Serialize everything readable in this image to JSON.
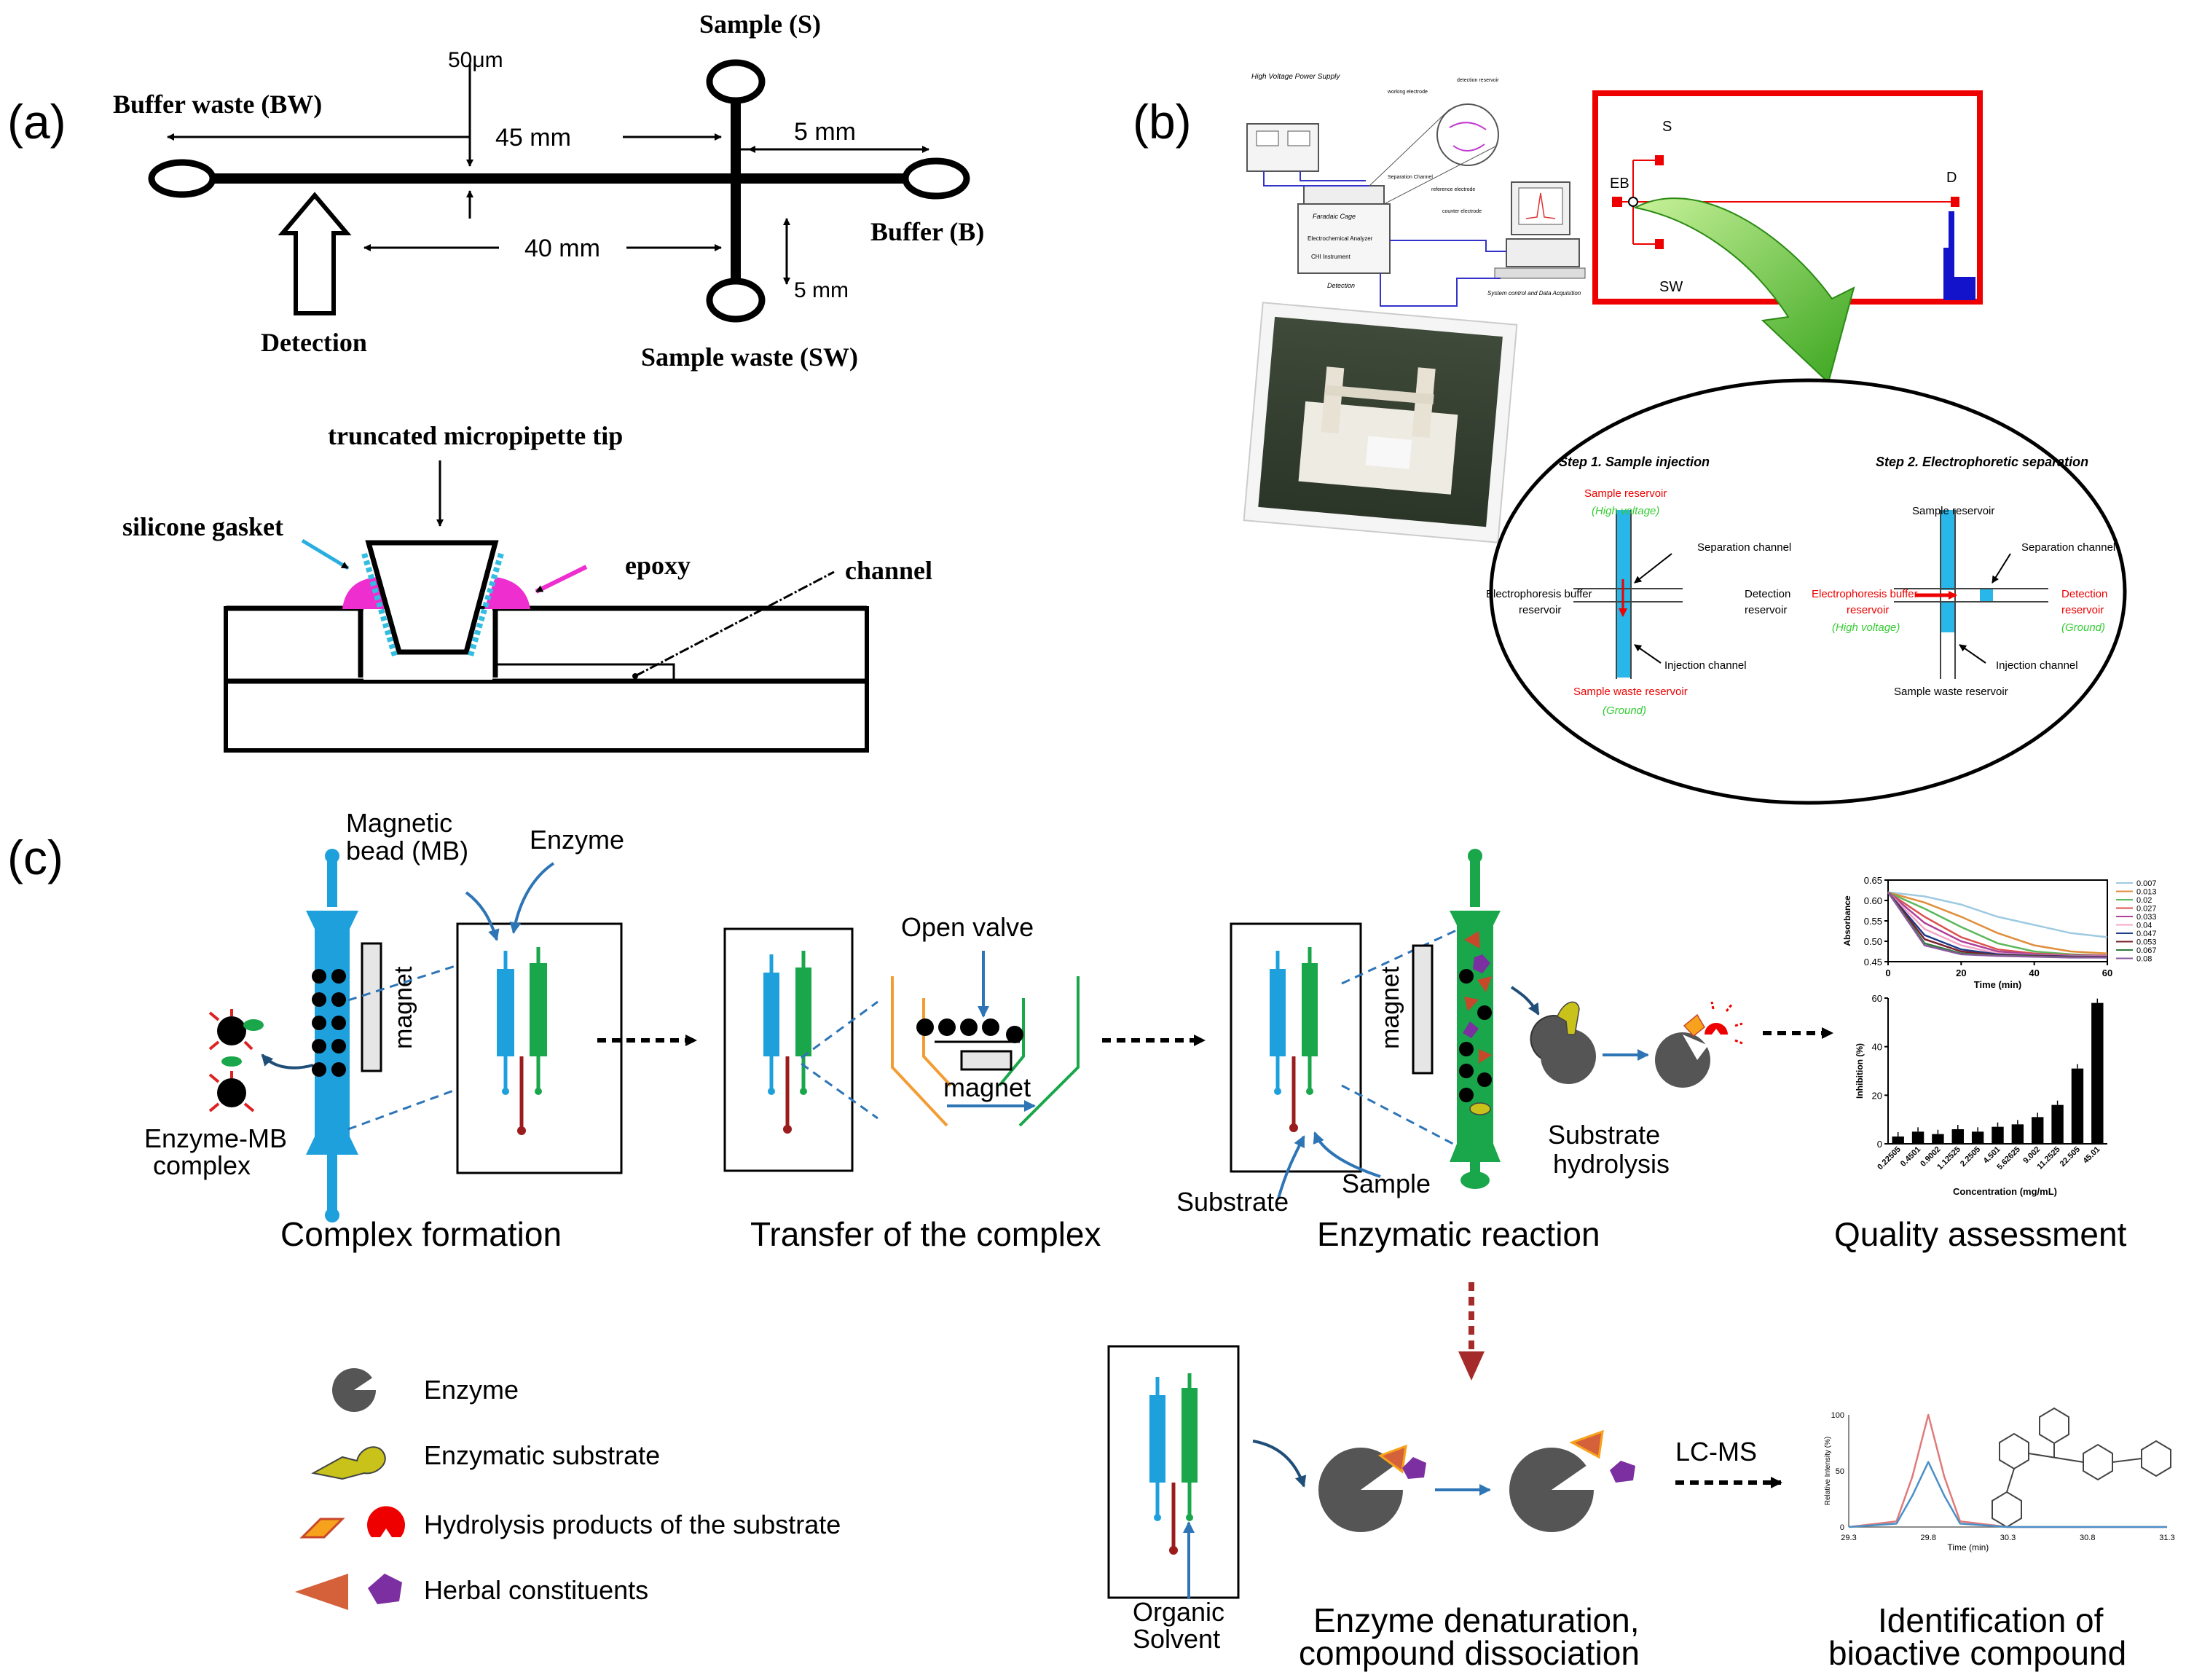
{
  "panels": {
    "a": "(a)",
    "b": "(b)",
    "c": "(c)"
  },
  "panel_a": {
    "sample": "Sample (S)",
    "buffer_waste": "Buffer waste (BW)",
    "buffer": "Buffer (B)",
    "sample_waste": "Sample waste (SW)",
    "detection": "Detection",
    "dim_50um": "50μm",
    "dim_45mm": "45 mm",
    "dim_40mm": "40 mm",
    "dim_5mm_right": "5 mm",
    "dim_5mm_down": "5 mm",
    "tip_title": "truncated micropipette tip",
    "silicone_gasket": "silicone gasket",
    "epoxy": "epoxy",
    "channel": "channel"
  },
  "panel_b": {
    "hv_supply": "High Voltage Power Supply",
    "faraday_cage": "Faradaic Cage",
    "analyzer": "Electrochemical Analyzer",
    "instrument": "CHI Instrument",
    "detection": "Detection",
    "system_control": "System control and Data Acquisition",
    "working_electrode": "working electrode",
    "detection_reservoir_small": "detection reservoir",
    "separation_channel_small": "Separation Channel",
    "reference_electrode": "reference electrode",
    "counter_electrode": "counter electrode",
    "eb": "EB",
    "s": "S",
    "sw": "SW",
    "d": "D",
    "step1_title": "Step 1. Sample injection",
    "step2_title": "Step 2. Electrophoretic separation",
    "step1": {
      "sample_reservoir": "Sample reservoir",
      "high_voltage": "(High voltage)",
      "separation_channel": "Separation channel",
      "eb_reservoir_1": "Electrophoresis buffer",
      "eb_reservoir_2": "reservoir",
      "detection_reservoir_1": "Detection",
      "detection_reservoir_2": "reservoir",
      "injection_channel": "Injection channel",
      "sample_waste_reservoir": "Sample waste reservoir",
      "ground": "(Ground)"
    },
    "step2": {
      "sample_reservoir": "Sample reservoir",
      "separation_channel": "Separation channel",
      "eb_reservoir_1": "Electrophoresis buffer",
      "eb_reservoir_2": "reservoir",
      "high_voltage": "(High voltage)",
      "detection_reservoir_1": "Detection",
      "detection_reservoir_2": "reservoir",
      "ground": "(Ground)",
      "injection_channel": "Injection channel",
      "sample_waste_reservoir": "Sample waste reservoir"
    }
  },
  "panel_c": {
    "magnetic_bead_1": "Magnetic",
    "magnetic_bead_2": "bead (MB)",
    "enzyme": "Enzyme",
    "enzyme_mb_1": "Enzyme-MB",
    "enzyme_mb_2": "complex",
    "magnet": "magnet",
    "open_valve": "Open valve",
    "substrate": "Substrate",
    "sample": "Sample",
    "substrate_hydrolysis_1": "Substrate",
    "substrate_hydrolysis_2": "hydrolysis",
    "steps": {
      "complex_formation": "Complex formation",
      "transfer": "Transfer of the complex",
      "enzymatic_reaction": "Enzymatic reaction",
      "quality_assessment": "Quality assessment"
    },
    "legend": {
      "enzyme": "Enzyme",
      "substrate": "Enzymatic substrate",
      "hydrolysis": "Hydrolysis products of the substrate",
      "herbal": "Herbal constituents"
    },
    "organic_solvent_1": "Organic",
    "organic_solvent_2": "Solvent",
    "lcms": "LC-MS",
    "denaturation_1": "Enzyme denaturation,",
    "denaturation_2": "compound dissociation",
    "identification_1": "Identification of",
    "identification_2": "bioactive compound",
    "colors": {
      "blue": "#1ea0dc",
      "green": "#1aa64a",
      "dark_red": "#9b1c1c",
      "arrow_blue": "#2e75b6",
      "brown_arrow": "#a52a2a"
    }
  },
  "chart_data": [
    {
      "type": "line",
      "xlabel": "Time (min)",
      "ylabel": "Absorbance",
      "xlim": [
        0,
        60
      ],
      "ylim": [
        0.45,
        0.65
      ],
      "xticks": [
        "0",
        "20",
        "40",
        "60"
      ],
      "yticks": [
        "0.45",
        "0.50",
        "0.55",
        "0.60",
        "0.65"
      ],
      "legend_position": "right",
      "series": [
        {
          "name": "0.007",
          "color": "#9ecae1",
          "x": [
            0,
            10,
            20,
            30,
            40,
            50,
            60
          ],
          "values": [
            0.62,
            0.61,
            0.59,
            0.56,
            0.54,
            0.52,
            0.51
          ]
        },
        {
          "name": "0.013",
          "color": "#e08e3c",
          "x": [
            0,
            10,
            20,
            30,
            40,
            50,
            60
          ],
          "values": [
            0.62,
            0.595,
            0.56,
            0.52,
            0.49,
            0.475,
            0.47
          ]
        },
        {
          "name": "0.02",
          "color": "#5cb85c",
          "x": [
            0,
            10,
            20,
            30,
            40,
            50,
            60
          ],
          "values": [
            0.62,
            0.58,
            0.535,
            0.495,
            0.475,
            0.468,
            0.465
          ]
        },
        {
          "name": "0.027",
          "color": "#d9534f",
          "x": [
            0,
            10,
            20,
            30,
            40,
            50,
            60
          ],
          "values": [
            0.62,
            0.56,
            0.51,
            0.48,
            0.47,
            0.466,
            0.465
          ]
        },
        {
          "name": "0.033",
          "color": "#b0409a",
          "x": [
            0,
            10,
            20,
            30,
            40,
            50,
            60
          ],
          "values": [
            0.62,
            0.545,
            0.5,
            0.475,
            0.468,
            0.465,
            0.464
          ]
        },
        {
          "name": "0.04",
          "color": "#f4a6c8",
          "x": [
            0,
            10,
            20,
            30,
            40,
            50,
            60
          ],
          "values": [
            0.62,
            0.53,
            0.49,
            0.47,
            0.466,
            0.464,
            0.463
          ]
        },
        {
          "name": "0.047",
          "color": "#1f3b8a",
          "x": [
            0,
            10,
            20,
            30,
            40,
            50,
            60
          ],
          "values": [
            0.62,
            0.515,
            0.48,
            0.468,
            0.465,
            0.463,
            0.462
          ]
        },
        {
          "name": "0.053",
          "color": "#7a1f2b",
          "x": [
            0,
            10,
            20,
            30,
            40,
            50,
            60
          ],
          "values": [
            0.62,
            0.505,
            0.475,
            0.466,
            0.464,
            0.462,
            0.461
          ]
        },
        {
          "name": "0.067",
          "color": "#2f7a3b",
          "x": [
            0,
            10,
            20,
            30,
            40,
            50,
            60
          ],
          "values": [
            0.62,
            0.495,
            0.47,
            0.465,
            0.463,
            0.461,
            0.46
          ]
        },
        {
          "name": "0.08",
          "color": "#8a5a9e",
          "x": [
            0,
            10,
            20,
            30,
            40,
            50,
            60
          ],
          "values": [
            0.62,
            0.49,
            0.468,
            0.464,
            0.462,
            0.46,
            0.46
          ]
        }
      ]
    },
    {
      "type": "bar",
      "xlabel": "Concentration (mg/mL)",
      "ylabel": "Inhibition (%)",
      "ylim": [
        0,
        60
      ],
      "yticks": [
        "0",
        "20",
        "40",
        "60"
      ],
      "categories": [
        "0.22505",
        "0.4501",
        "0.9002",
        "1.12525",
        "2.2505",
        "4.501",
        "5.62625",
        "9.002",
        "11.2525",
        "22.505",
        "45.01"
      ],
      "values": [
        3,
        5,
        4,
        6,
        5,
        7,
        8,
        11,
        16,
        31,
        58
      ]
    },
    {
      "type": "line",
      "xlabel": "Time (min)",
      "ylabel": "Relative Intensity (%)",
      "xlim": [
        29.3,
        31.3
      ],
      "ylim": [
        0,
        100
      ],
      "xticks": [
        "29.3",
        "29.8",
        "30.3",
        "30.8",
        "31.3"
      ],
      "yticks": [
        "0",
        "50",
        "100"
      ],
      "series": [
        {
          "color": "#e07a7a",
          "x": [
            29.3,
            29.6,
            29.7,
            29.8,
            29.9,
            30.0,
            30.3,
            31.3
          ],
          "values": [
            0,
            5,
            45,
            100,
            45,
            5,
            0,
            0
          ]
        },
        {
          "color": "#4a90c8",
          "x": [
            29.3,
            29.6,
            29.7,
            29.8,
            29.9,
            30.0,
            30.3,
            31.3
          ],
          "values": [
            0,
            3,
            28,
            58,
            28,
            3,
            0,
            0
          ]
        }
      ]
    }
  ]
}
